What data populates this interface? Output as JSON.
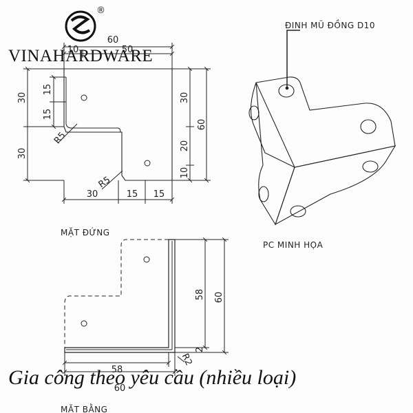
{
  "brand": {
    "name": "VINAHARDWARE",
    "registered": "®"
  },
  "front_view": {
    "label": "MẶT ĐỨNG",
    "dims": {
      "top_total": "60",
      "top_left": "10",
      "top_right": "50",
      "left_outer_top": "30",
      "left_outer_bottom": "30",
      "left_inner_top": "15",
      "left_inner_bottom": "15",
      "right_top": "30",
      "right_mid": "20",
      "right_bottom": "10",
      "right_total": "60",
      "bottom_left": "30",
      "bottom_mid": "15",
      "bottom_right": "15",
      "radius_left": "R5",
      "radius_bottom": "R5"
    }
  },
  "iso_view": {
    "label": "PC MINH HỌA",
    "rivet_label": "ĐINH MŨ ĐỒNG D10"
  },
  "plan_view": {
    "label": "MẶT BẰNG",
    "dims": {
      "height_inner": "58",
      "height_total": "60",
      "thickness": "2",
      "radius": "R2",
      "width_inner": "58",
      "width_total": "60"
    }
  },
  "caption": "Gia công theo yêu cầu (nhiều loại)"
}
